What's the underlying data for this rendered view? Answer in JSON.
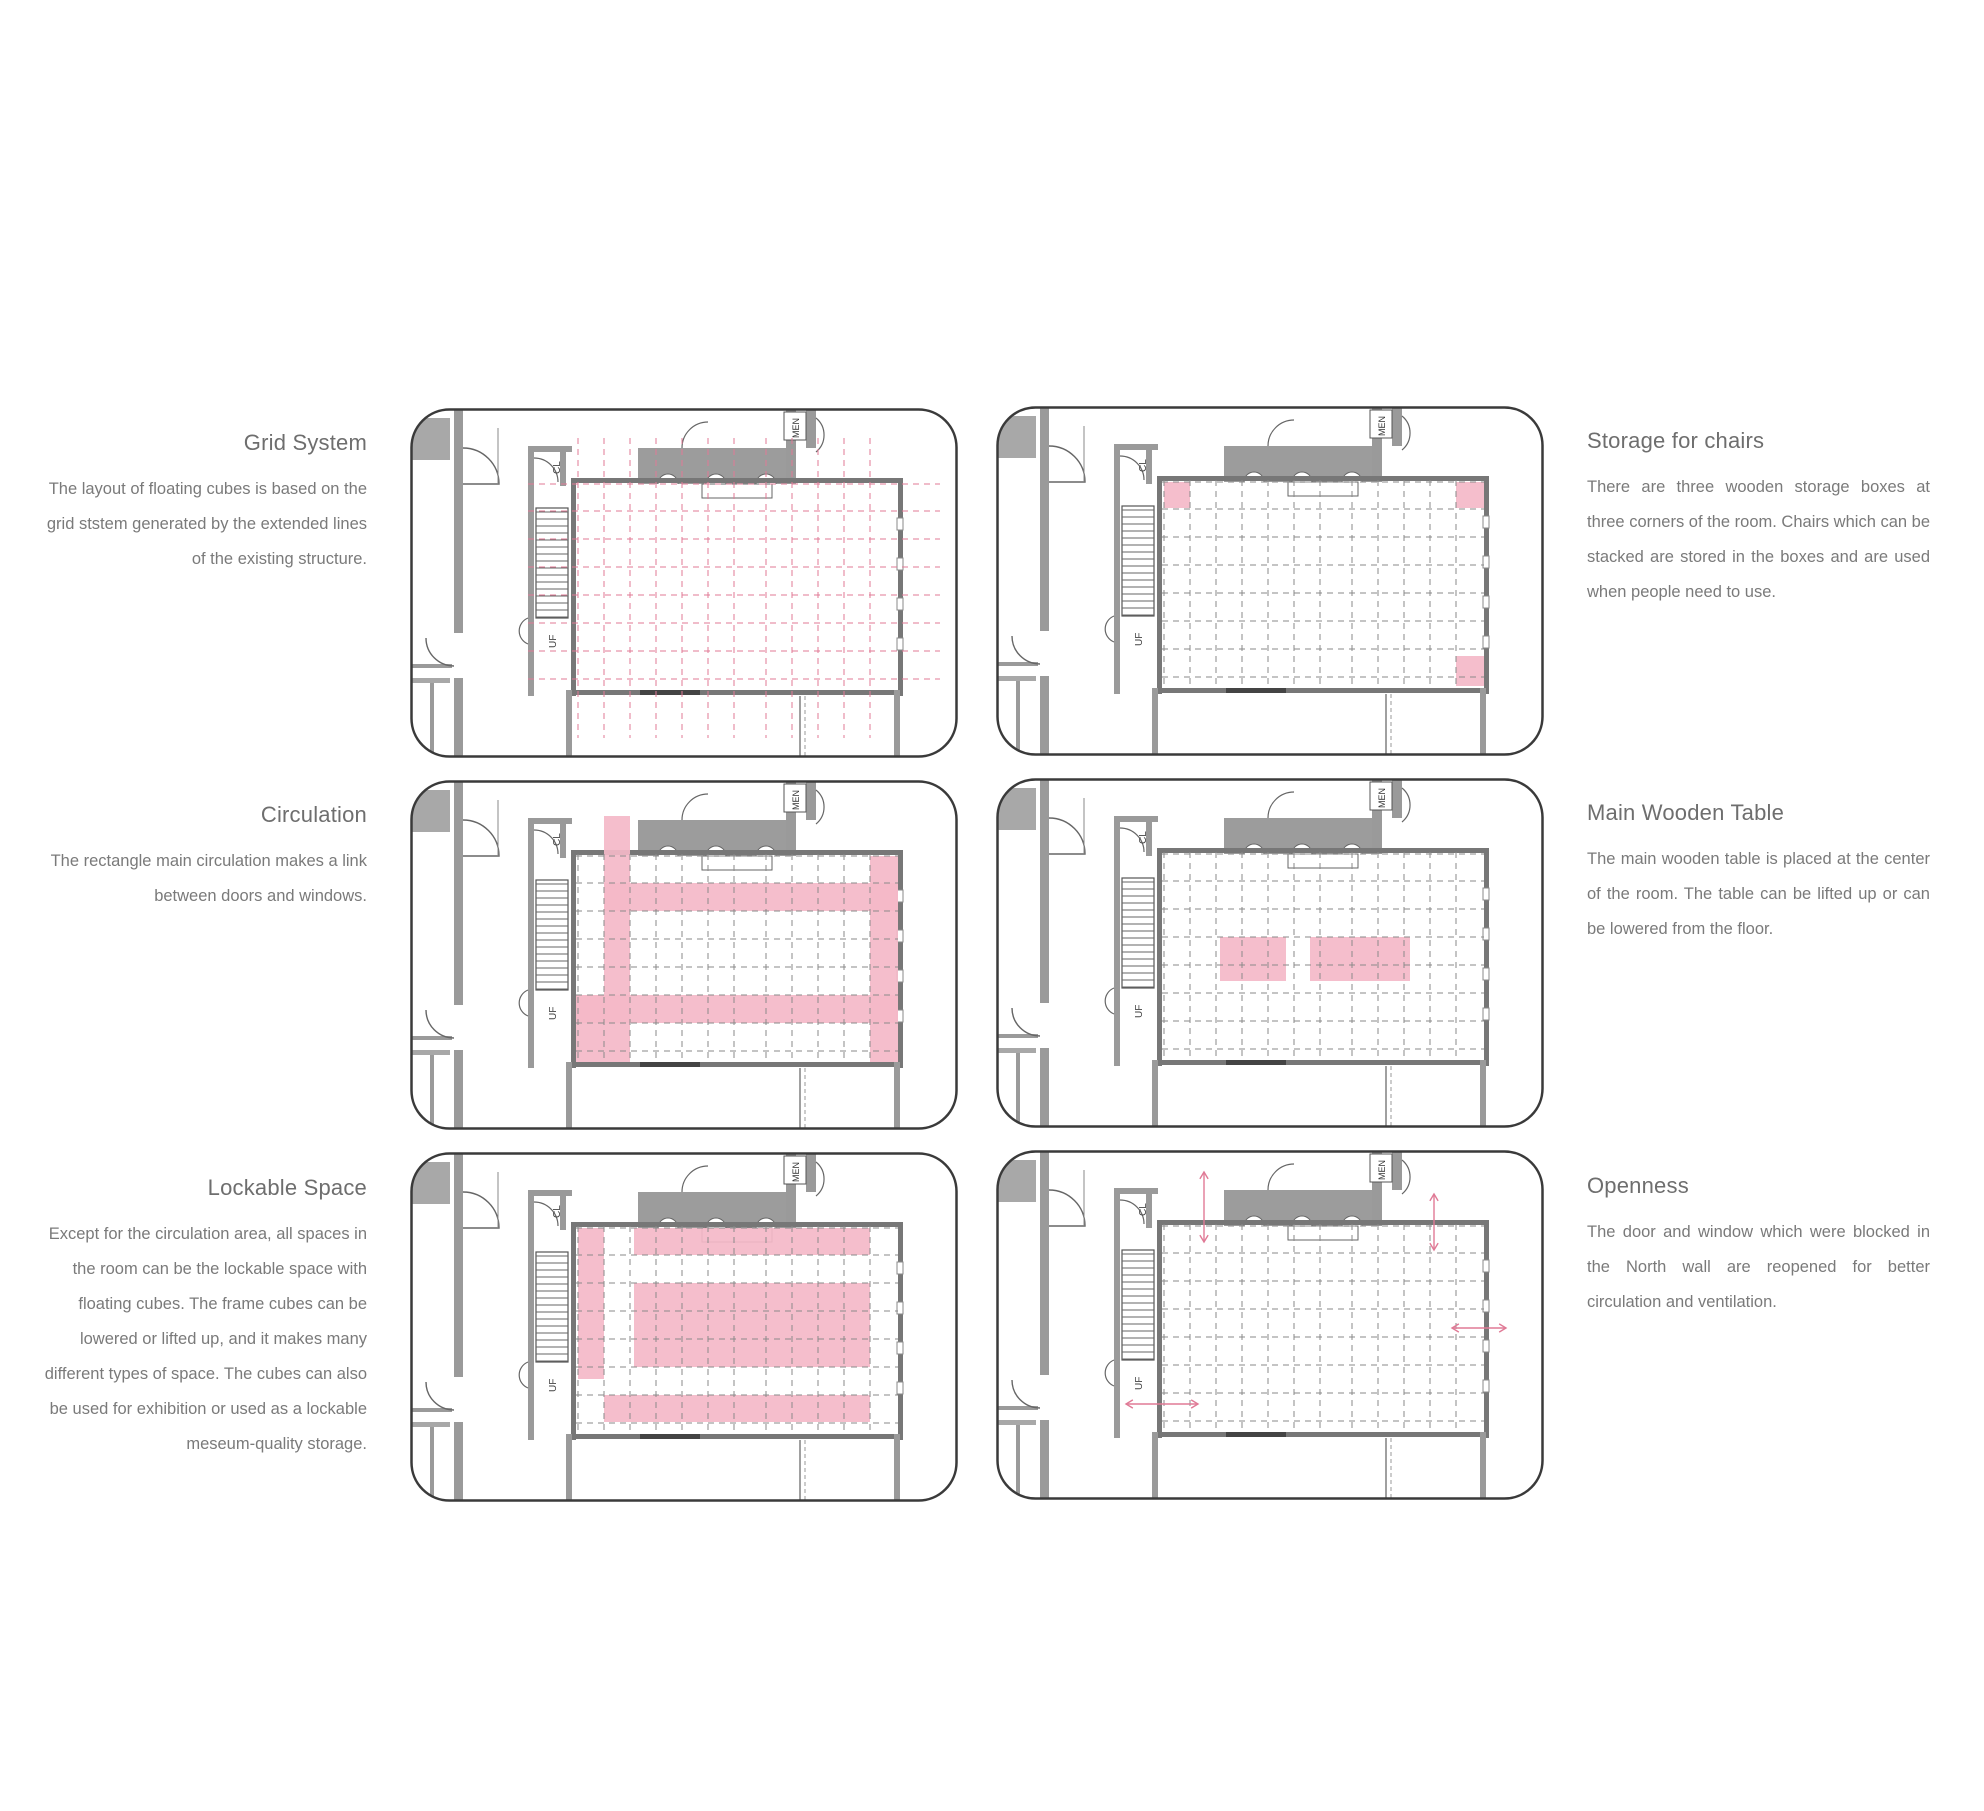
{
  "colors": {
    "accent": "#f4b8c8",
    "accent_line": "#e07a96",
    "wall": "#9a9a9a",
    "frame": "#3a3a3a"
  },
  "plan_labels": {
    "men": "MEN",
    "cl": "CL",
    "uf": "UF"
  },
  "panels": [
    {
      "id": "grid-system",
      "title": "Grid System",
      "text": "The layout of floating cubes is based on the grid ststem generated by the extended lines of the existing structure."
    },
    {
      "id": "storage-for-chairs",
      "title": "Storage for chairs",
      "text": "There are three wooden storage boxes at three corners of the room. Chairs which can be stacked are stored in the boxes and are used when people need to use."
    },
    {
      "id": "circulation",
      "title": "Circulation",
      "text": "The rectangle main circulation makes a link between doors and windows."
    },
    {
      "id": "main-wooden-table",
      "title": "Main Wooden Table",
      "text": "The main wooden table is placed at the center of the room. The table can be lifted up or can be lowered from the floor."
    },
    {
      "id": "lockable-space",
      "title": "Lockable Space",
      "text": "Except for the circulation area, all spaces in the room can be the lockable space with floating cubes. The frame cubes can be lowered or lifted up, and it makes many different types of space. The cubes can also be used for exhibition or used as a lockable meseum-quality storage."
    },
    {
      "id": "openness",
      "title": "Openness",
      "text": "The door and window which were blocked in the North wall are reopened for better circulation and ventilation."
    }
  ]
}
